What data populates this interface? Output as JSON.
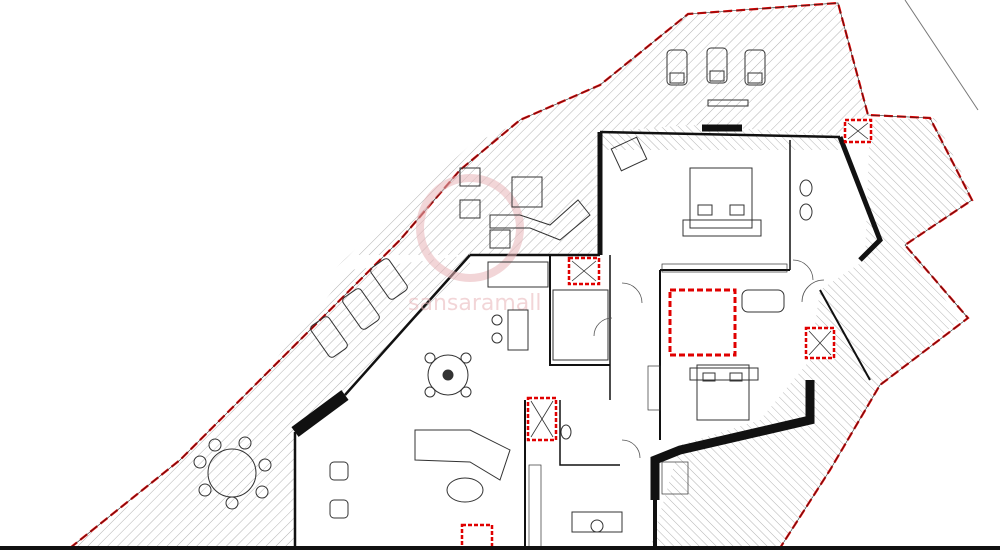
{
  "watermark": {
    "text": "sansaramall",
    "color": "#e8b4b8"
  },
  "colors": {
    "boundary": "#e00000",
    "wall": "#111111",
    "hatch": "#9a9a9a",
    "furniture": "#333333",
    "accent": "#e00000"
  },
  "legend_icons": [
    "boundary-dashed-line",
    "terrace-hatch",
    "shaft-marker"
  ]
}
